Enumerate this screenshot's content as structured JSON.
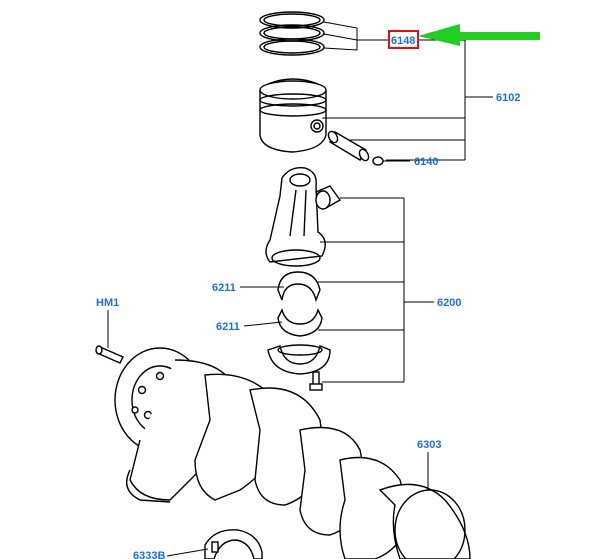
{
  "colors": {
    "label": "#1f6fd6",
    "highlight_box": "#e01010",
    "arrow": "#22cc22",
    "line": "#000000"
  },
  "labels": {
    "piston_rings": "6148",
    "piston_assembly": "6102",
    "piston_pin_clip": "6140",
    "bearing_upper": "6211",
    "bearing_lower": "6211",
    "connecting_rod_assembly": "6200",
    "dowel_pin": "HM1",
    "crankshaft": "6303",
    "thrust_bearing": "6333B"
  }
}
